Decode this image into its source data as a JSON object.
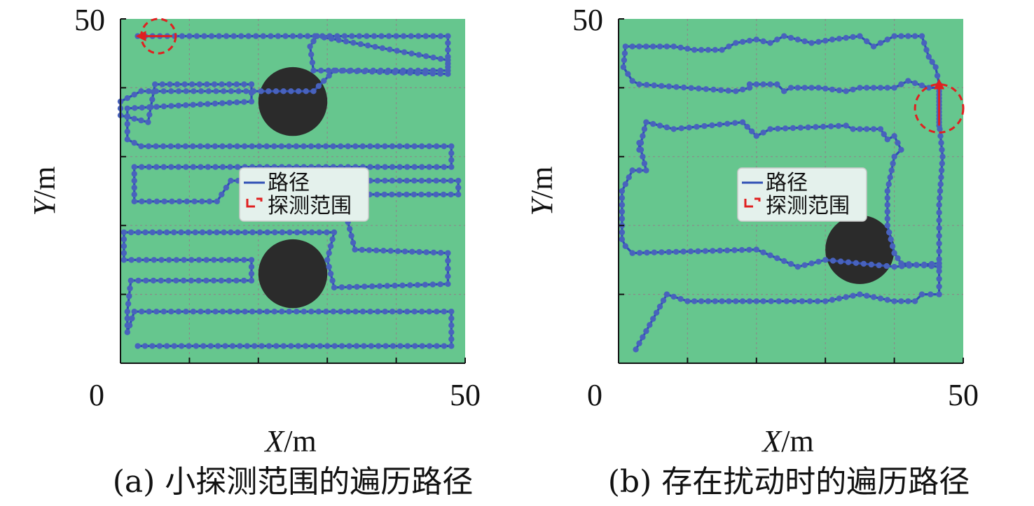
{
  "colors": {
    "field": "#66c68e",
    "obstacle": "#2b2b2b",
    "path": "#2f4fb5",
    "marker": "#4862bd",
    "detect": "#e02020",
    "grid": "#8a8a8a"
  },
  "chart_data": [
    {
      "type": "line",
      "panel_label": "(a)",
      "title": "(a) 小探测范围的遍历路径",
      "xlabel_var": "X",
      "xlabel_unit": "/m",
      "ylabel_var": "Y",
      "ylabel_unit": "/m",
      "xlim": [
        0,
        50
      ],
      "ylim": [
        0,
        50
      ],
      "xtick_labels": [
        "0",
        "50"
      ],
      "ytick_labels": [
        "50"
      ],
      "grid": true,
      "legend": {
        "position": "center",
        "entries": [
          "路径",
          "探测范围"
        ]
      },
      "obstacles": [
        {
          "cx": 25,
          "cy": 38,
          "r": 5
        },
        {
          "cx": 25,
          "cy": 13,
          "r": 5
        }
      ],
      "detect_range": {
        "cx": 5.5,
        "cy": 47.5,
        "r": 2.5
      },
      "start_arrow": {
        "from": [
          7.5,
          47.5
        ],
        "to": [
          2.5,
          47.5
        ]
      },
      "series": [
        {
          "x": [
            2.5,
            47.5,
            47.5,
            28,
            27.5,
            28.5,
            47.5,
            47.5,
            31,
            28,
            3,
            0,
            0,
            4,
            5,
            19,
            19,
            1,
            1,
            3,
            48,
            48,
            2,
            2,
            14,
            16,
            49,
            49,
            34,
            33,
            34,
            47.5,
            47.5,
            31,
            30,
            31,
            17,
            15,
            0.5,
            0.5,
            19,
            19,
            1.5,
            1,
            1,
            2,
            48,
            48,
            2.5
          ],
          "y": [
            47.5,
            47.5,
            42.5,
            42.5,
            46,
            47.5,
            44,
            42,
            42.5,
            39.5,
            39.5,
            38,
            36,
            35,
            40.5,
            40.5,
            38,
            37,
            32.5,
            31.5,
            31.5,
            28.5,
            28.5,
            23.5,
            23.5,
            26.5,
            26.5,
            24.5,
            24.5,
            20.5,
            16.5,
            16,
            11.5,
            11,
            15,
            19,
            19,
            19,
            19,
            15,
            15,
            12,
            12,
            7.5,
            4.5,
            7.5,
            7.5,
            2.5,
            2.5
          ]
        }
      ]
    },
    {
      "type": "line",
      "panel_label": "(b)",
      "title": "(b) 存在扰动时的遍历路径",
      "xlabel_var": "X",
      "xlabel_unit": "/m",
      "ylabel_var": "Y",
      "ylabel_unit": "/m",
      "xlim": [
        0,
        50
      ],
      "ylim": [
        0,
        50
      ],
      "xtick_labels": [
        "0",
        "50"
      ],
      "ytick_labels": [
        "50"
      ],
      "grid": true,
      "legend": {
        "position": "center",
        "entries": [
          "路径",
          "探测范围"
        ]
      },
      "obstacles": [
        {
          "cx": 35,
          "cy": 16.5,
          "r": 5
        }
      ],
      "detect_range": {
        "cx": 46.5,
        "cy": 37,
        "r": 3.5
      },
      "start_arrow": {
        "from": [
          46.5,
          34.5
        ],
        "to": [
          46.5,
          41
        ]
      },
      "series": [
        {
          "x": [
            46.5,
            46.5,
            46,
            45,
            44,
            40,
            37,
            35,
            31,
            28,
            24,
            22,
            20,
            17,
            15,
            11,
            8,
            1,
            0.7,
            2,
            3,
            17,
            19,
            19,
            23,
            24,
            25,
            29,
            33,
            35,
            40,
            42,
            45,
            46.5,
            46.5,
            47,
            46.5,
            46.5,
            41,
            40,
            39,
            39,
            40,
            41,
            40,
            39,
            38,
            36,
            34,
            33,
            22,
            20,
            18,
            8,
            4,
            3,
            3,
            4,
            2,
            0.5,
            0.5,
            1,
            2,
            20,
            26,
            30,
            40,
            46.5,
            46.5,
            44,
            43,
            40,
            35,
            30,
            21,
            16,
            10,
            7,
            2.5
          ],
          "y": [
            34.5,
            40.5,
            43,
            44.5,
            47.5,
            47.5,
            46,
            47.5,
            47,
            46.5,
            47.5,
            46.5,
            47,
            46.5,
            45.5,
            45.5,
            46,
            46,
            43,
            41,
            40.5,
            39.5,
            40,
            40.5,
            40.5,
            39.5,
            40,
            40,
            39.5,
            40,
            40,
            41,
            40,
            40,
            35,
            30,
            23,
            14,
            14.5,
            16,
            20,
            25,
            30,
            31,
            33,
            32.5,
            34,
            34,
            34,
            34.5,
            34,
            33,
            35,
            34,
            35,
            31,
            32,
            28,
            28,
            25,
            18,
            17,
            16,
            16.5,
            14,
            15,
            14,
            14.5,
            10,
            10,
            9,
            9,
            10,
            9,
            9,
            9,
            9,
            10,
            2
          ]
        }
      ]
    }
  ]
}
